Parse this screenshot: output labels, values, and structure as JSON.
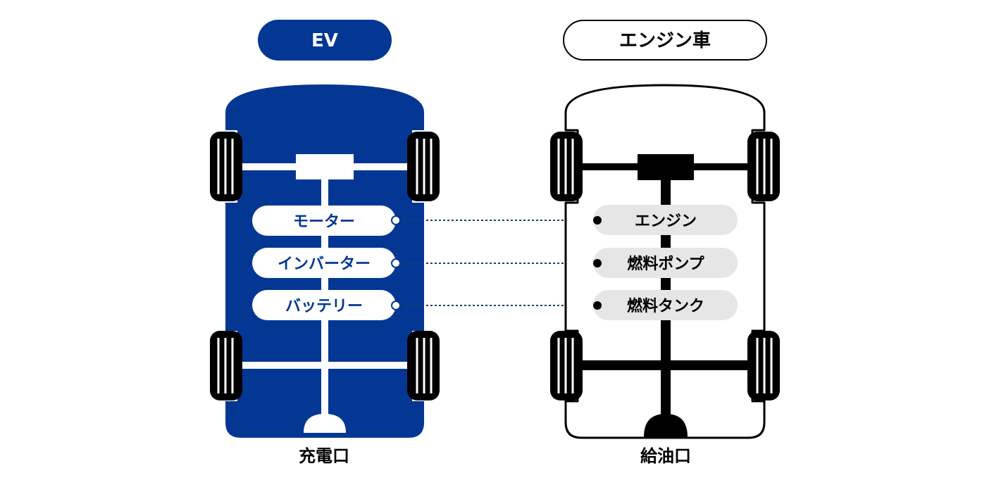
{
  "ev": {
    "title": "EV",
    "parts": [
      "モーター",
      "インバーター",
      "バッテリー"
    ],
    "port_label": "充電口"
  },
  "engine_car": {
    "title": "エンジン車",
    "parts": [
      "エンジン",
      "燃料ポンプ",
      "燃料タンク"
    ],
    "port_label": "給油口"
  },
  "colors": {
    "ev_blue": "#033793",
    "black": "#000000",
    "white": "#ffffff",
    "engine_pill_gray": "#e6e6e6",
    "connector_line": "#1c3d6b"
  }
}
